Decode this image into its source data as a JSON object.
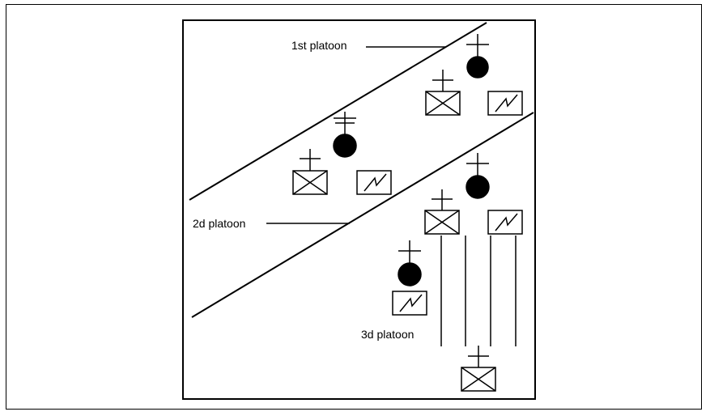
{
  "labels": {
    "platoon1": "1st platoon",
    "platoon2": "2d platoon",
    "platoon3": "3d platoon"
  },
  "symbols": {
    "leader": "filled-circle-with-cross",
    "vehicle": "box-with-x",
    "radio": "box-with-lightning"
  },
  "colors": {
    "ink": "#000000",
    "background": "#ffffff"
  }
}
